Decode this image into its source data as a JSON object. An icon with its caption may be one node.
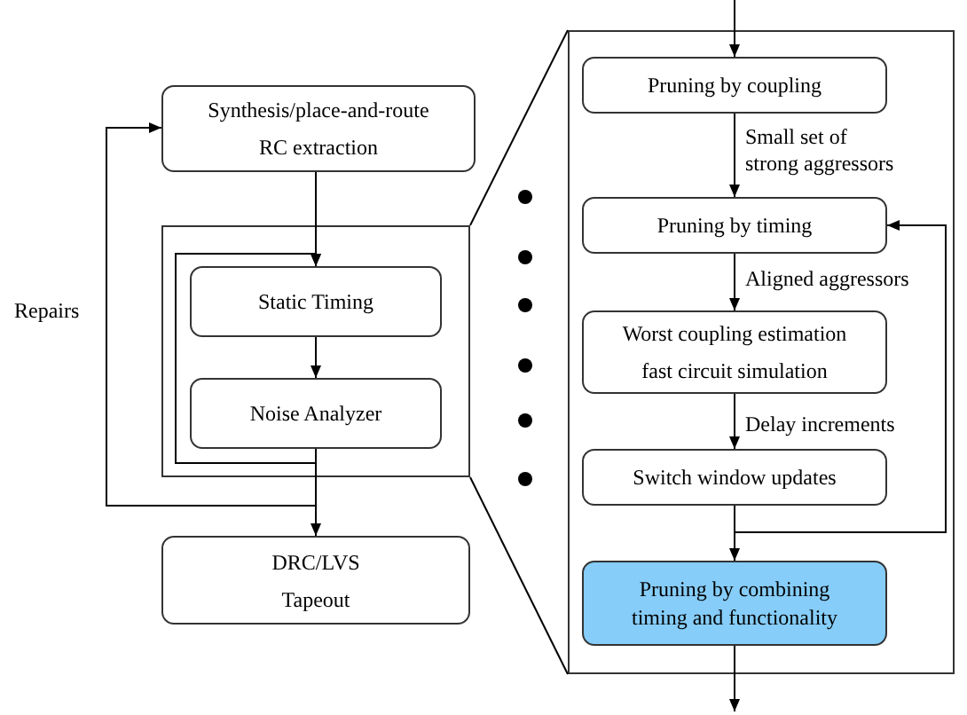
{
  "diagram": {
    "nodes": [
      {
        "text": [
          "Synthesis/place-and-route",
          "RC extraction"
        ]
      },
      {
        "text": [],
        "shape": "box"
      },
      {
        "text": [
          "Static Timing"
        ],
        "in": 1
      },
      {
        "text": [
          "Noise Analyzer"
        ],
        "in": 1
      },
      {
        "text": [
          "DRC/LVS",
          "Tapeout"
        ]
      },
      {
        "text": [],
        "shape": "box"
      },
      {
        "text": [
          "Pruning by coupling"
        ],
        "in": 5
      },
      {
        "text": [
          "Pruning by timing"
        ],
        "in": 5
      },
      {
        "text": [
          "Worst coupling estimation",
          "fast circuit simulation"
        ],
        "in": 5
      },
      {
        "text": [
          "Switch window updates"
        ],
        "in": 5
      },
      {
        "text": [
          "Pruning by combining timing and functionality"
        ],
        "in": 5
      }
    ],
    "edges": [
      {
        "from": 0,
        "to": 2,
        "arrow": "to"
      },
      {
        "from": 2,
        "to": 3,
        "arrow": "to"
      },
      {
        "from": 3,
        "to": 4,
        "arrow": "to"
      },
      {
        "from": 3,
        "to": 2,
        "arrow": "to"
      },
      {
        "from": 3,
        "to": 0,
        "arrow": "to",
        "label": "Repairs"
      },
      {
        "from": null,
        "to": 6,
        "arrow": "to"
      },
      {
        "from": 6,
        "to": 7,
        "arrow": "to",
        "label": "Small set of strong aggressors"
      },
      {
        "from": 7,
        "to": 8,
        "arrow": "to",
        "label": "Aligned aggressors"
      },
      {
        "from": 8,
        "to": 9,
        "arrow": "to",
        "label": "Delay increments"
      },
      {
        "from": 9,
        "to": 10,
        "arrow": "to"
      },
      {
        "from": 9,
        "to": 7,
        "arrow": "to"
      },
      {
        "from": 10,
        "to": null,
        "arrow": "to"
      },
      {
        "from": 1,
        "to": 5,
        "arrow": "none"
      },
      {
        "from": 1,
        "to": 5,
        "arrow": "none"
      }
    ]
  }
}
